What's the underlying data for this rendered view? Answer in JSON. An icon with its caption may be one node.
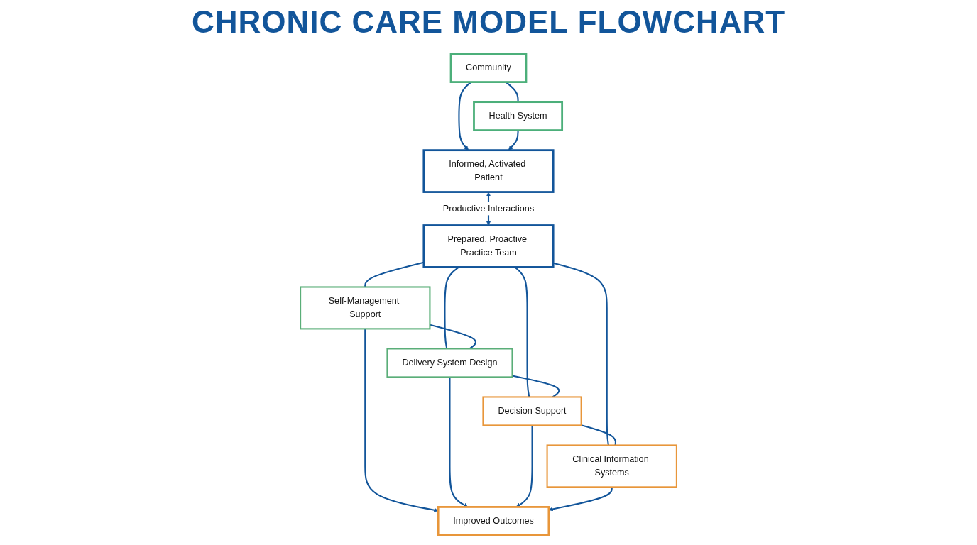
{
  "diagram": {
    "title": "CHRONIC CARE MODEL FLOWCHART",
    "nodes": [
      {
        "text": [
          "Community"
        ]
      },
      {
        "text": [
          "Health System"
        ]
      },
      {
        "text": [
          "Informed, Activated Patient"
        ]
      },
      {
        "text": [
          "Prepared, Proactive Practice Team"
        ]
      },
      {
        "text": [
          "Self-Management Support"
        ]
      },
      {
        "text": [
          "Delivery System Design"
        ]
      },
      {
        "text": [
          "Decision Support"
        ]
      },
      {
        "text": [
          "Clinical Information Systems"
        ]
      },
      {
        "text": [
          "Improved Outcomes"
        ]
      }
    ],
    "edges": [
      {
        "from": 0,
        "to": 1,
        "arrow": "none"
      },
      {
        "from": 0,
        "to": 2,
        "arrow": "to"
      },
      {
        "from": 1,
        "to": 2,
        "arrow": "to"
      },
      {
        "from": 2,
        "to": 3,
        "arrow": "both",
        "label": "Productive Interactions"
      },
      {
        "from": 3,
        "to": 4,
        "arrow": "none"
      },
      {
        "from": 3,
        "to": 5,
        "arrow": "none"
      },
      {
        "from": 3,
        "to": 6,
        "arrow": "none"
      },
      {
        "from": 3,
        "to": 7,
        "arrow": "none"
      },
      {
        "from": 4,
        "to": 5,
        "arrow": "none"
      },
      {
        "from": 5,
        "to": 6,
        "arrow": "none"
      },
      {
        "from": 6,
        "to": 7,
        "arrow": "none"
      },
      {
        "from": 4,
        "to": 8,
        "arrow": "to"
      },
      {
        "from": 5,
        "to": 8,
        "arrow": "to"
      },
      {
        "from": 6,
        "to": 8,
        "arrow": "to"
      },
      {
        "from": 7,
        "to": 8,
        "arrow": "to"
      }
    ]
  }
}
